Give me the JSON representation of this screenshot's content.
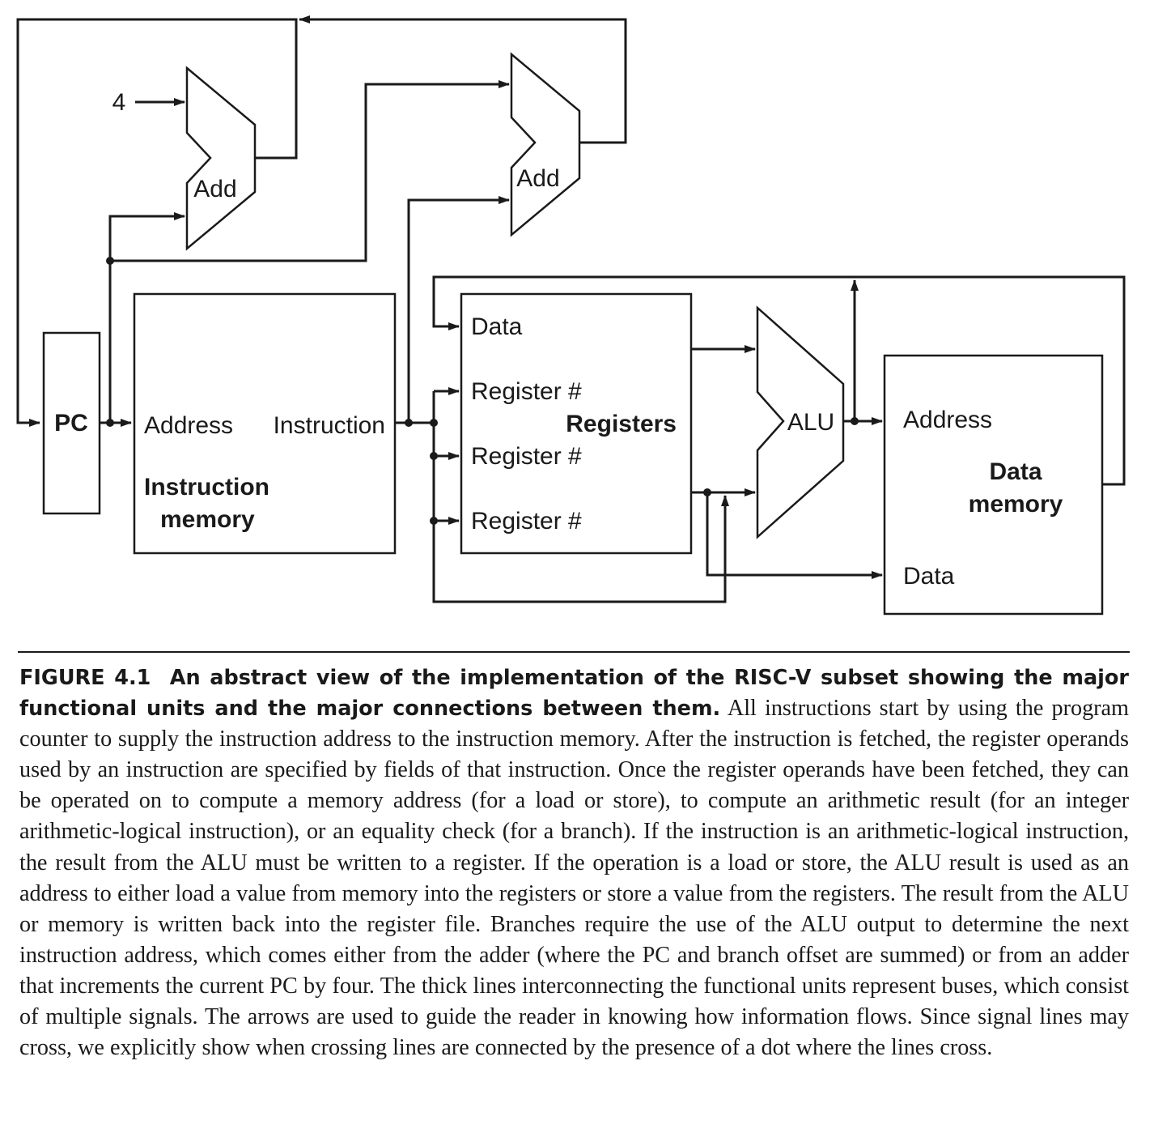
{
  "diagram": {
    "pc_label": "PC",
    "constant_four": "4",
    "adder_pc_label": "Add",
    "adder_branch_label": "Add",
    "instruction_memory": {
      "address_label": "Address",
      "instruction_label": "Instruction",
      "title_line1": "Instruction",
      "title_line2": "memory"
    },
    "registers": {
      "data_label": "Data",
      "register_label_1": "Register #",
      "register_label_2": "Register #",
      "register_label_3": "Register #",
      "title": "Registers"
    },
    "alu_label": "ALU",
    "data_memory": {
      "address_label": "Address",
      "data_label": "Data",
      "title_line1": "Data",
      "title_line2": "memory"
    }
  },
  "caption": {
    "figure_number": "FIGURE 4.1",
    "title": "An abstract view of the implementation of the RISC-V subset showing the major functional units and the major connections between them.",
    "body": "All instructions start by using the program counter to supply the instruction address to the instruction memory. After the instruction is fetched, the register operands used by an instruction are specified by fields of that instruction. Once the register operands have been fetched, they can be operated on to compute a memory address (for a load or store), to compute an arithmetic result (for an integer arithmetic-logical instruction), or an equality check (for a branch). If the instruction is an arithmetic-logical instruction, the result from the ALU must be written to a register. If the operation is a load or store, the ALU result is used as an address to either load a value from memory into the registers or store a value from the registers. The result from the ALU or memory is written back into the register file. Branches require the use of the ALU output to determine the next instruction address, which comes either from the adder (where the PC and branch offset are summed) or from an adder that increments the current PC by four. The thick lines interconnecting the functional units represent buses, which consist of multiple signals. The arrows are used to guide the reader in knowing how information flows. Since signal lines may cross, we explicitly show when crossing lines are connected by the presence of a dot where the lines cross."
  }
}
